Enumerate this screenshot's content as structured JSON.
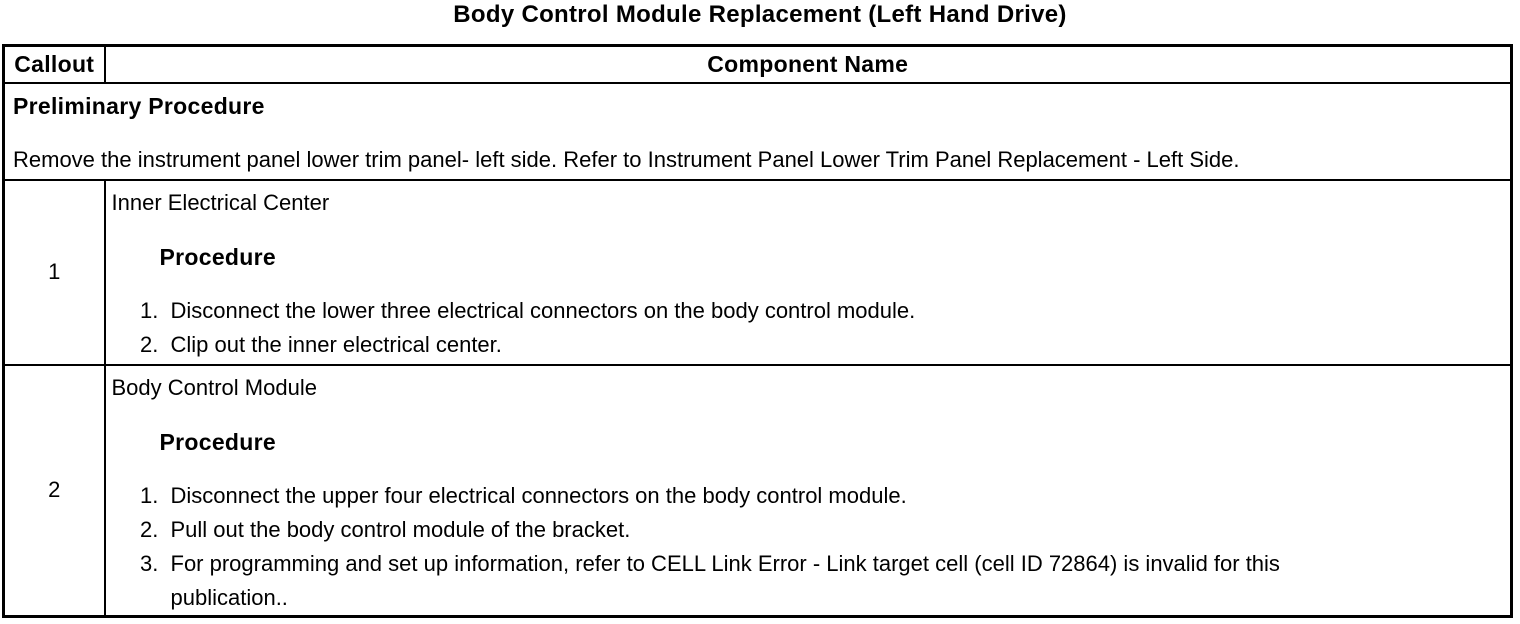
{
  "page_title": "Body Control Module Replacement (Left Hand Drive)",
  "colors": {
    "text": "#000000",
    "background": "#ffffff",
    "border": "#000000"
  },
  "table": {
    "headers": {
      "callout": "Callout",
      "component_name": "Component Name"
    },
    "preliminary": {
      "heading": "Preliminary Procedure",
      "instruction": "Remove the instrument panel lower trim panel- left side. Refer to Instrument Panel Lower Trim Panel Replacement - Left Side."
    },
    "rows": [
      {
        "callout": "1",
        "component_name": "Inner Electrical Center",
        "procedure_heading": "Procedure",
        "steps": [
          "Disconnect the lower three electrical connectors on the body control module.",
          "Clip out the inner electrical center."
        ]
      },
      {
        "callout": "2",
        "component_name": "Body Control Module",
        "procedure_heading": "Procedure",
        "steps": [
          "Disconnect the upper four electrical connectors on the body control module.",
          "Pull out the body control module of the bracket.",
          "For programming and set up information, refer to CELL Link Error - Link target cell (cell ID 72864) is invalid for this publication.."
        ]
      }
    ]
  }
}
